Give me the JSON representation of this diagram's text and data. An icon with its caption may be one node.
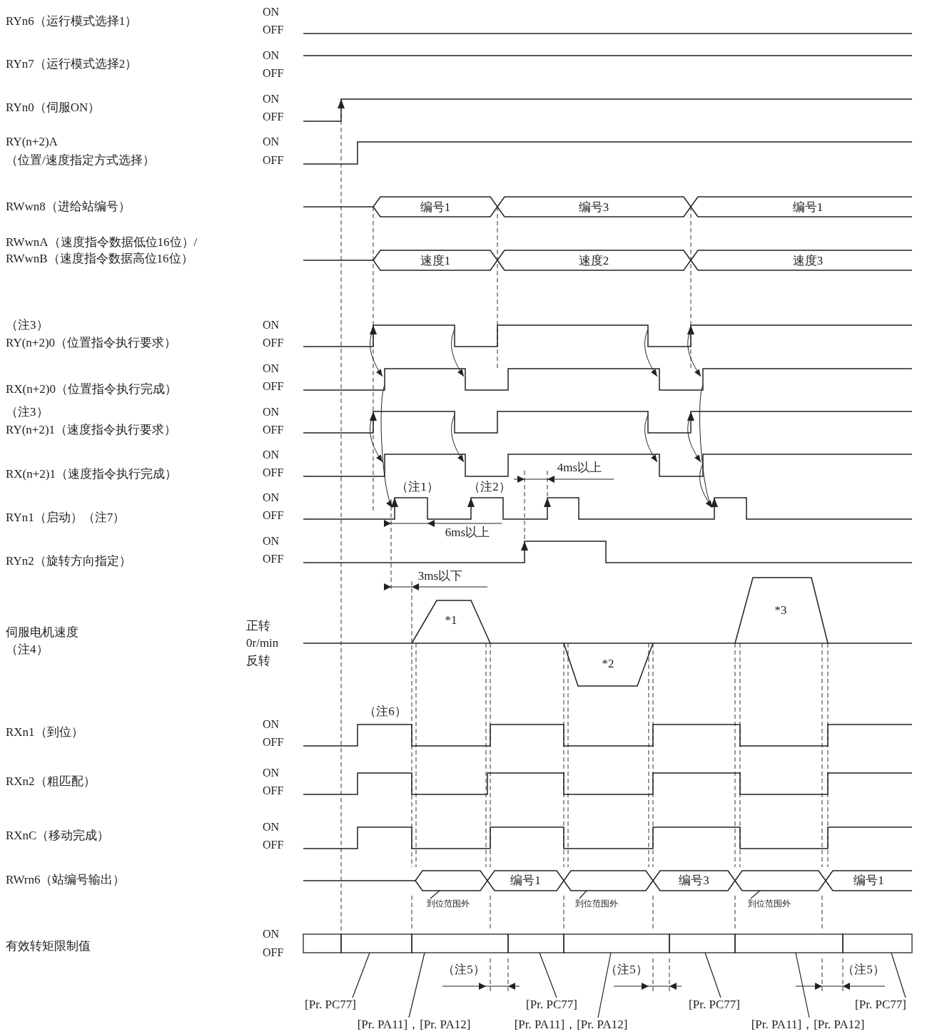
{
  "diagram": {
    "nodes": [
      {
        "text": [],
        "shape": "hexagon"
      },
      {
        "text": [
          "编号1"
        ]
      },
      {
        "text": [],
        "shape": "hexagon"
      },
      {
        "text": [
          "编号3"
        ]
      },
      {
        "text": [],
        "shape": "hexagon"
      },
      {
        "text": [
          "编号1"
        ]
      },
      {
        "text": [
          "到位范围外"
        ]
      },
      {
        "text": [
          "到位范围外"
        ]
      },
      {
        "text": [
          "到位范围外"
        ]
      },
      {
        "text": [],
        "shape": "bar"
      },
      {
        "text": [],
        "shape": "bar"
      },
      {
        "text": [],
        "shape": "bar"
      },
      {
        "text": [],
        "shape": "bar"
      },
      {
        "text": [],
        "shape": "bar"
      },
      {
        "text": [],
        "shape": "bar"
      },
      {
        "text": [],
        "shape": "bar"
      },
      {
        "text": [],
        "shape": "bar"
      },
      {
        "text": [
          "[Pr. PC77]"
        ]
      },
      {
        "text": [
          "[Pr. PC77]"
        ]
      },
      {
        "text": [
          "[Pr. PC77]"
        ]
      },
      {
        "text": [
          "[Pr. PC77]"
        ]
      },
      {
        "text": [
          "[Pr. PA11]，[Pr. PA12]"
        ]
      },
      {
        "text": [
          "[Pr. PA11]，[Pr. PA12]"
        ]
      },
      {
        "text": [
          "[Pr. PA11]，[Pr. PA12]"
        ]
      }
    ],
    "edges": [
      {
        "from": 6,
        "to": 0,
        "arrow": "none"
      },
      {
        "from": 7,
        "to": 2,
        "arrow": "none"
      },
      {
        "from": 8,
        "to": 4,
        "arrow": "none"
      },
      {
        "from": 17,
        "to": 10,
        "arrow": "none"
      },
      {
        "from": 18,
        "to": 12,
        "arrow": "none"
      },
      {
        "from": 19,
        "to": 14,
        "arrow": "none"
      },
      {
        "from": 20,
        "to": 16,
        "arrow": "none"
      },
      {
        "from": 21,
        "to": 11,
        "arrow": "none"
      },
      {
        "from": 22,
        "to": 13,
        "arrow": "none"
      },
      {
        "from": 23,
        "to": 15,
        "arrow": "none"
      }
    ],
    "labels": [
      "RYn6（运行模式选择1）",
      "ON",
      "OFF",
      "RYn7（运行模式选择2）",
      "ON",
      "OFF",
      "RYn0（伺服ON）",
      "ON",
      "OFF",
      "RY(n+2)A",
      "（位置/速度指定方式选择）",
      "ON",
      "OFF",
      "RWwn8（进给站编号）",
      "编号1",
      "编号3",
      "编号1",
      "RWwnA（速度指令数据低位16位）/",
      "RWwnB（速度指令数据高位16位）",
      "速度1",
      "速度2",
      "速度3",
      "（注3）",
      "ON",
      "RY(n+2)0（位置指令执行要求）",
      "OFF",
      "ON",
      "RX(n+2)0（位置指令执行完成）",
      "OFF",
      "（注3）",
      "ON",
      "RY(n+2)1（速度指令执行要求）",
      "OFF",
      "ON",
      "RX(n+2)1（速度指令执行完成）",
      "OFF",
      "4ms以上",
      "（注1）",
      "（注2）",
      "ON",
      "RYn1（启动）（注7）",
      "OFF",
      "6ms以上",
      "ON",
      "RYn2（旋转方向指定）",
      "OFF",
      "3ms以下",
      "*1",
      "*3",
      "伺服电机速度",
      "正转",
      "0r/min",
      "（注4）",
      "反转",
      "*2",
      "（注6）",
      "ON",
      "RXn1（到位）",
      "OFF",
      "ON",
      "RXn2（粗匹配）",
      "OFF",
      "ON",
      "RXnC（移动完成）",
      "OFF",
      "RWrn6（站编号输出）",
      "ON",
      "有效转矩限制值",
      "OFF",
      "（注5）",
      "（注5）",
      "（注5）"
    ]
  }
}
